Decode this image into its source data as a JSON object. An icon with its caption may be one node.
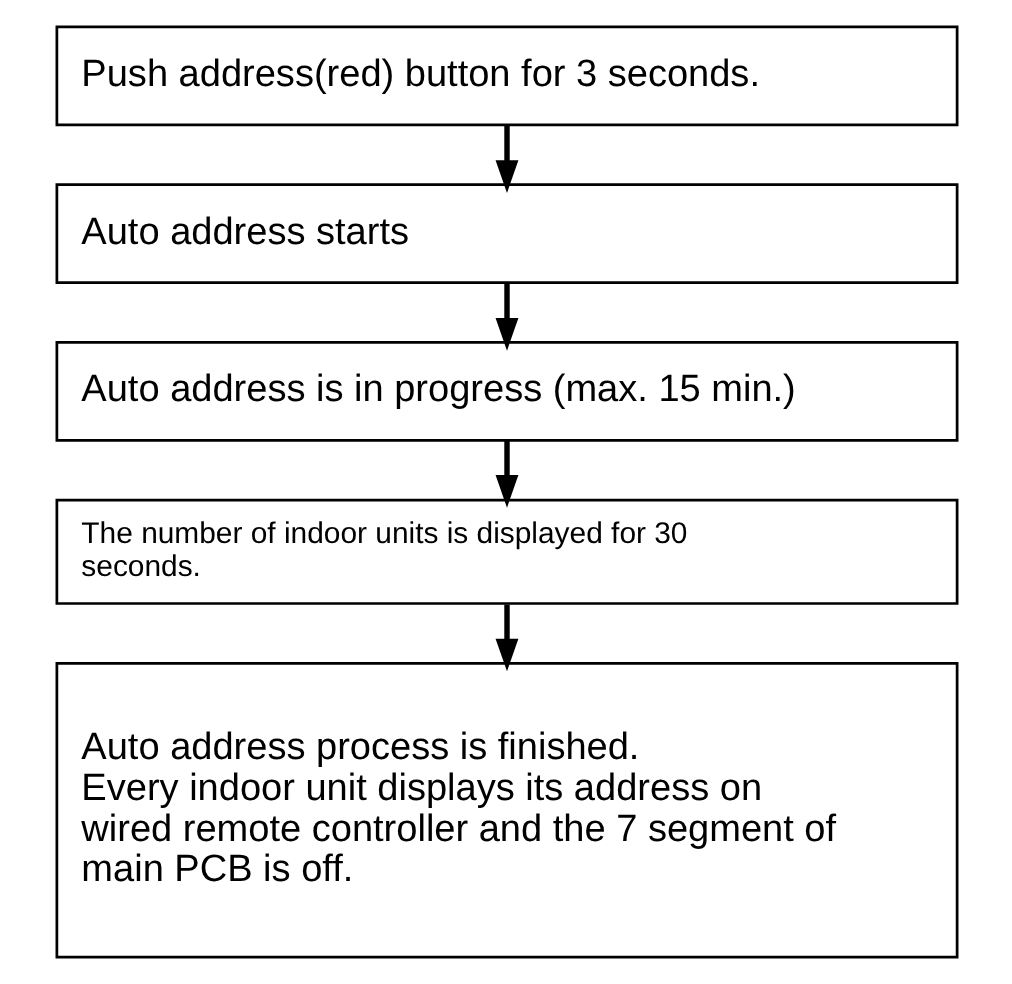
{
  "diagram": {
    "nodes": [
      {
        "text": [
          "Push address(red) button for 3 seconds."
        ]
      },
      {
        "text": [
          "Auto address starts"
        ]
      },
      {
        "text": [
          "Auto address is in progress (max. 15 min.)"
        ]
      },
      {
        "text": [
          "The number of indoor units is displayed for 30 seconds."
        ]
      },
      {
        "text": [
          "Auto address process is finished.",
          "Every indoor unit displays its address on wired remote controller and the 7 segment of main PCB is off."
        ]
      }
    ],
    "edges": [
      {
        "from": 0,
        "to": 1,
        "arrow": "to"
      },
      {
        "from": 1,
        "to": 2,
        "arrow": "to"
      },
      {
        "from": 2,
        "to": 3,
        "arrow": "to"
      },
      {
        "from": 3,
        "to": 4,
        "arrow": "to"
      }
    ]
  }
}
